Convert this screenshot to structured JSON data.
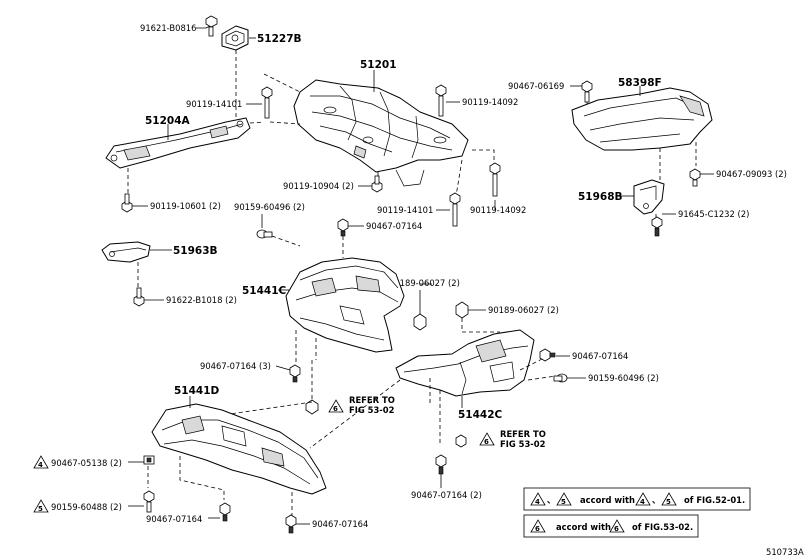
{
  "labels": {
    "p91621": "91621-B0816",
    "p51227B": "51227B",
    "p51201": "51201",
    "p90467_06169": "90467-06169",
    "p58398F": "58398F",
    "p90119_14101_a": "90119-14101",
    "p90119_14092_a": "90119-14092",
    "p51204A": "51204A",
    "p90119_10904": "90119-10904 (2)",
    "p90467_09093": "90467-09093 (2)",
    "p51968B": "51968B",
    "p90119_10601": "90119-10601 (2)",
    "p90159_60496_a": "90159-60496 (2)",
    "p90119_14101_b": "90119-14101",
    "p90119_14092_b": "90119-14092",
    "p91645": "91645-C1232 (2)",
    "p90467_07164_a": "90467-07164",
    "p51963B": "51963B",
    "p90189_06027_a": "90189-06027 (2)",
    "p51441C": "51441C",
    "p91622": "91622-B1018 (2)",
    "p90189_06027_b": "90189-06027 (2)",
    "p90467_07164_b": "90467-07164",
    "p90467_07164_3": "90467-07164 (3)",
    "p90159_60496_b": "90159-60496 (2)",
    "p51441D": "51441D",
    "p51442C": "51442C",
    "p90467_05138": "90467-05138 (2)",
    "p90159_60488": "90159-60488 (2)",
    "p90467_07164_c": "90467-07164 (2)",
    "p90467_07164_d": "90467-07164",
    "p90467_07164_e": "90467-07164"
  },
  "refer": {
    "sym": "6",
    "line1": "REFER TO",
    "line2a": "FIG 53-02",
    "line2b": "FIG 53-02"
  },
  "symbols": {
    "four": "4",
    "five": "5",
    "six": "6"
  },
  "legend": {
    "row1_sep": "、",
    "row1_text": "accord with",
    "row1_sep2": "、",
    "row1_tail": "of FIG.52-01.",
    "row2_text": "accord with",
    "row2_tail": "of FIG.53-02."
  },
  "footer": {
    "code": "510733A"
  }
}
